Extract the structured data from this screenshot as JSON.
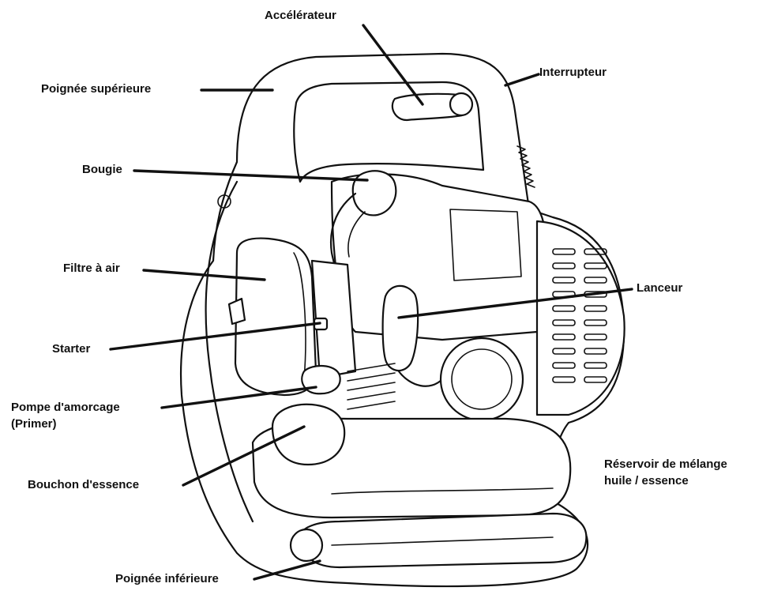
{
  "labels": {
    "accelerateur": "Accélérateur",
    "interrupteur": "Interrupteur",
    "poignee_superieure": "Poignée supérieure",
    "bougie": "Bougie",
    "filtre_a_air": "Filtre à air",
    "lanceur": "Lanceur",
    "starter": "Starter",
    "pompe_amorcage_line1": "Pompe d'amorcage",
    "pompe_amorcage_line2": "(Primer)",
    "reservoir_line1": "Réservoir de mélange",
    "reservoir_line2": "huile / essence",
    "bouchon_essence": "Bouchon d'essence",
    "poignee_inferieure": "Poignée inférieure"
  },
  "colors": {
    "line": "#111111",
    "background": "#ffffff"
  }
}
